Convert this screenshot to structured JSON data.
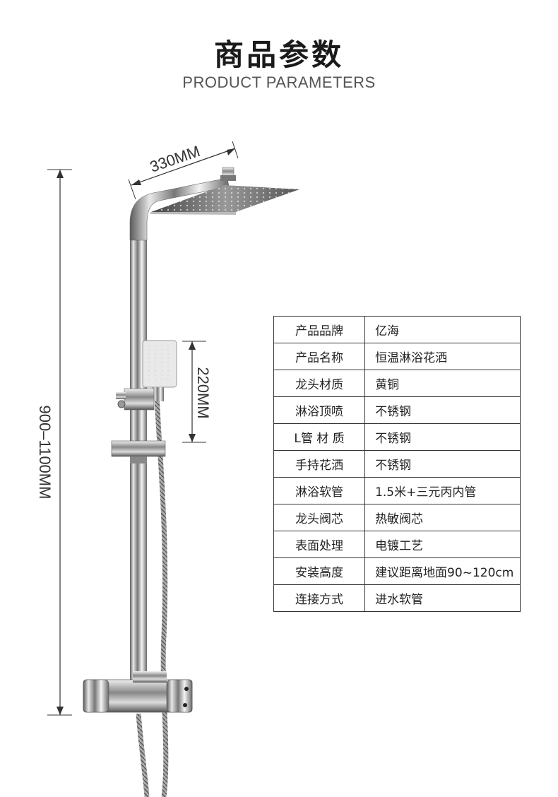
{
  "header": {
    "title_cn": "商品参数",
    "title_en": "PRODUCT PARAMETERS"
  },
  "dimensions": {
    "head_width": "330MM",
    "hand_shower_height": "220MM",
    "total_height": "900–1100MM"
  },
  "params": [
    {
      "key": "产品品牌",
      "value": "亿海"
    },
    {
      "key": "产品名称",
      "value": "恒温淋浴花洒"
    },
    {
      "key": "龙头材质",
      "value": "黄铜"
    },
    {
      "key": "淋浴顶喷",
      "value": "不锈钢"
    },
    {
      "key": "L管 材 质",
      "value": "不锈钢"
    },
    {
      "key": "手持花洒",
      "value": "不锈钢"
    },
    {
      "key": "淋浴软管",
      "value": "1.5米+三元丙内管"
    },
    {
      "key": "龙头阀芯",
      "value": "热敏阀芯"
    },
    {
      "key": "表面处理",
      "value": "电镀工艺"
    },
    {
      "key": "安装高度",
      "value": "建议距离地面90~120cm"
    },
    {
      "key": "连接方式",
      "value": "进水软管"
    }
  ]
}
